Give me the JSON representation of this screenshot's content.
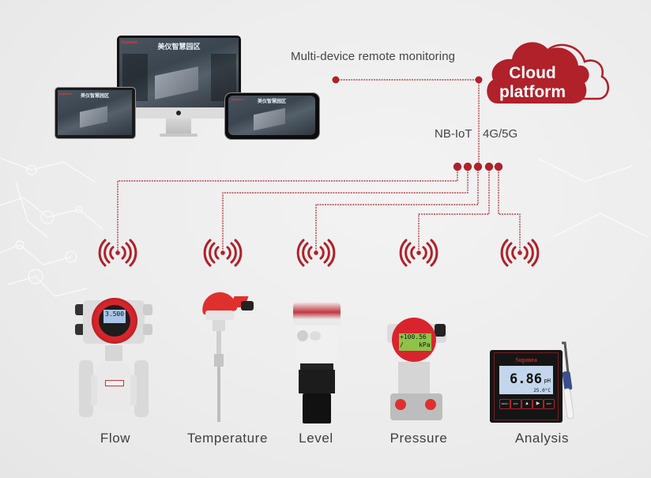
{
  "diagram": {
    "monitoring_label": "Multi-device remote monitoring",
    "cloud": {
      "line1": "Cloud",
      "line2": "platform"
    },
    "network_label_1": "NB-IoT",
    "network_label_2": "4G/5G",
    "devices": {
      "screen_title": "美仪智慧园区",
      "brand": "Supmea"
    },
    "instruments": [
      {
        "label": "Flow",
        "display": "3.500"
      },
      {
        "label": "Temperature"
      },
      {
        "label": "Level"
      },
      {
        "label": "Pressure",
        "display_line1": "+100.56",
        "display_line2": "/    kPa"
      },
      {
        "label": "Analysis",
        "brand": "Supmea",
        "value": "6.86",
        "unit": "pH",
        "temp": "25.0°C",
        "buttons": [
          "MENU",
          "ESC",
          "▲",
          "▶",
          "ENT"
        ]
      }
    ],
    "colors": {
      "accent": "#b0212a",
      "background": "#ededed",
      "text": "#444444"
    }
  }
}
